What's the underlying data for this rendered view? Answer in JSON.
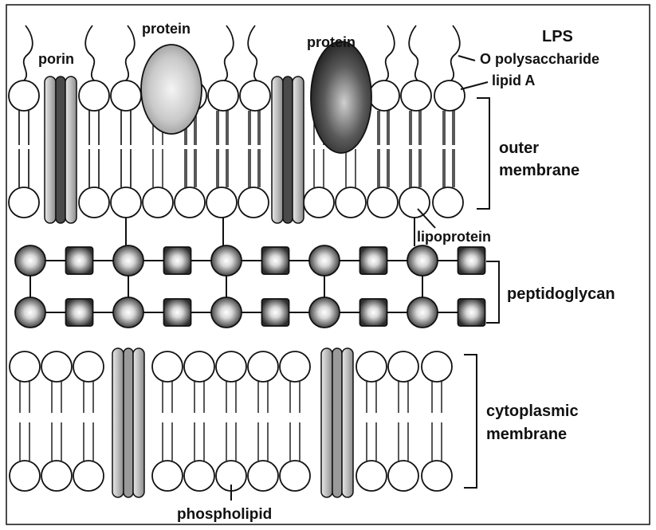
{
  "labels": {
    "porin": "porin",
    "protein_left": "protein",
    "protein_right": "protein",
    "lps": "LPS",
    "o_polysaccharide": "O polysaccharide",
    "lipid_a": "lipid A",
    "outer_membrane_line1": "outer",
    "outer_membrane_line2": "membrane",
    "lipoprotein": "lipoprotein",
    "peptidoglycan": "peptidoglycan",
    "cytoplasmic_membrane_line1": "cytoplasmic",
    "cytoplasmic_membrane_line2": "membrane",
    "phospholipid": "phospholipid"
  },
  "colors": {
    "ink": "#111111",
    "protein_light": "#cfcfcf",
    "protein_dark": "#3a3a3a",
    "peptidoglycan_unit": "#444444"
  },
  "peptidoglycan": {
    "sequence": [
      "round",
      "square",
      "round",
      "square",
      "round",
      "square",
      "round",
      "square",
      "round",
      "square"
    ]
  }
}
